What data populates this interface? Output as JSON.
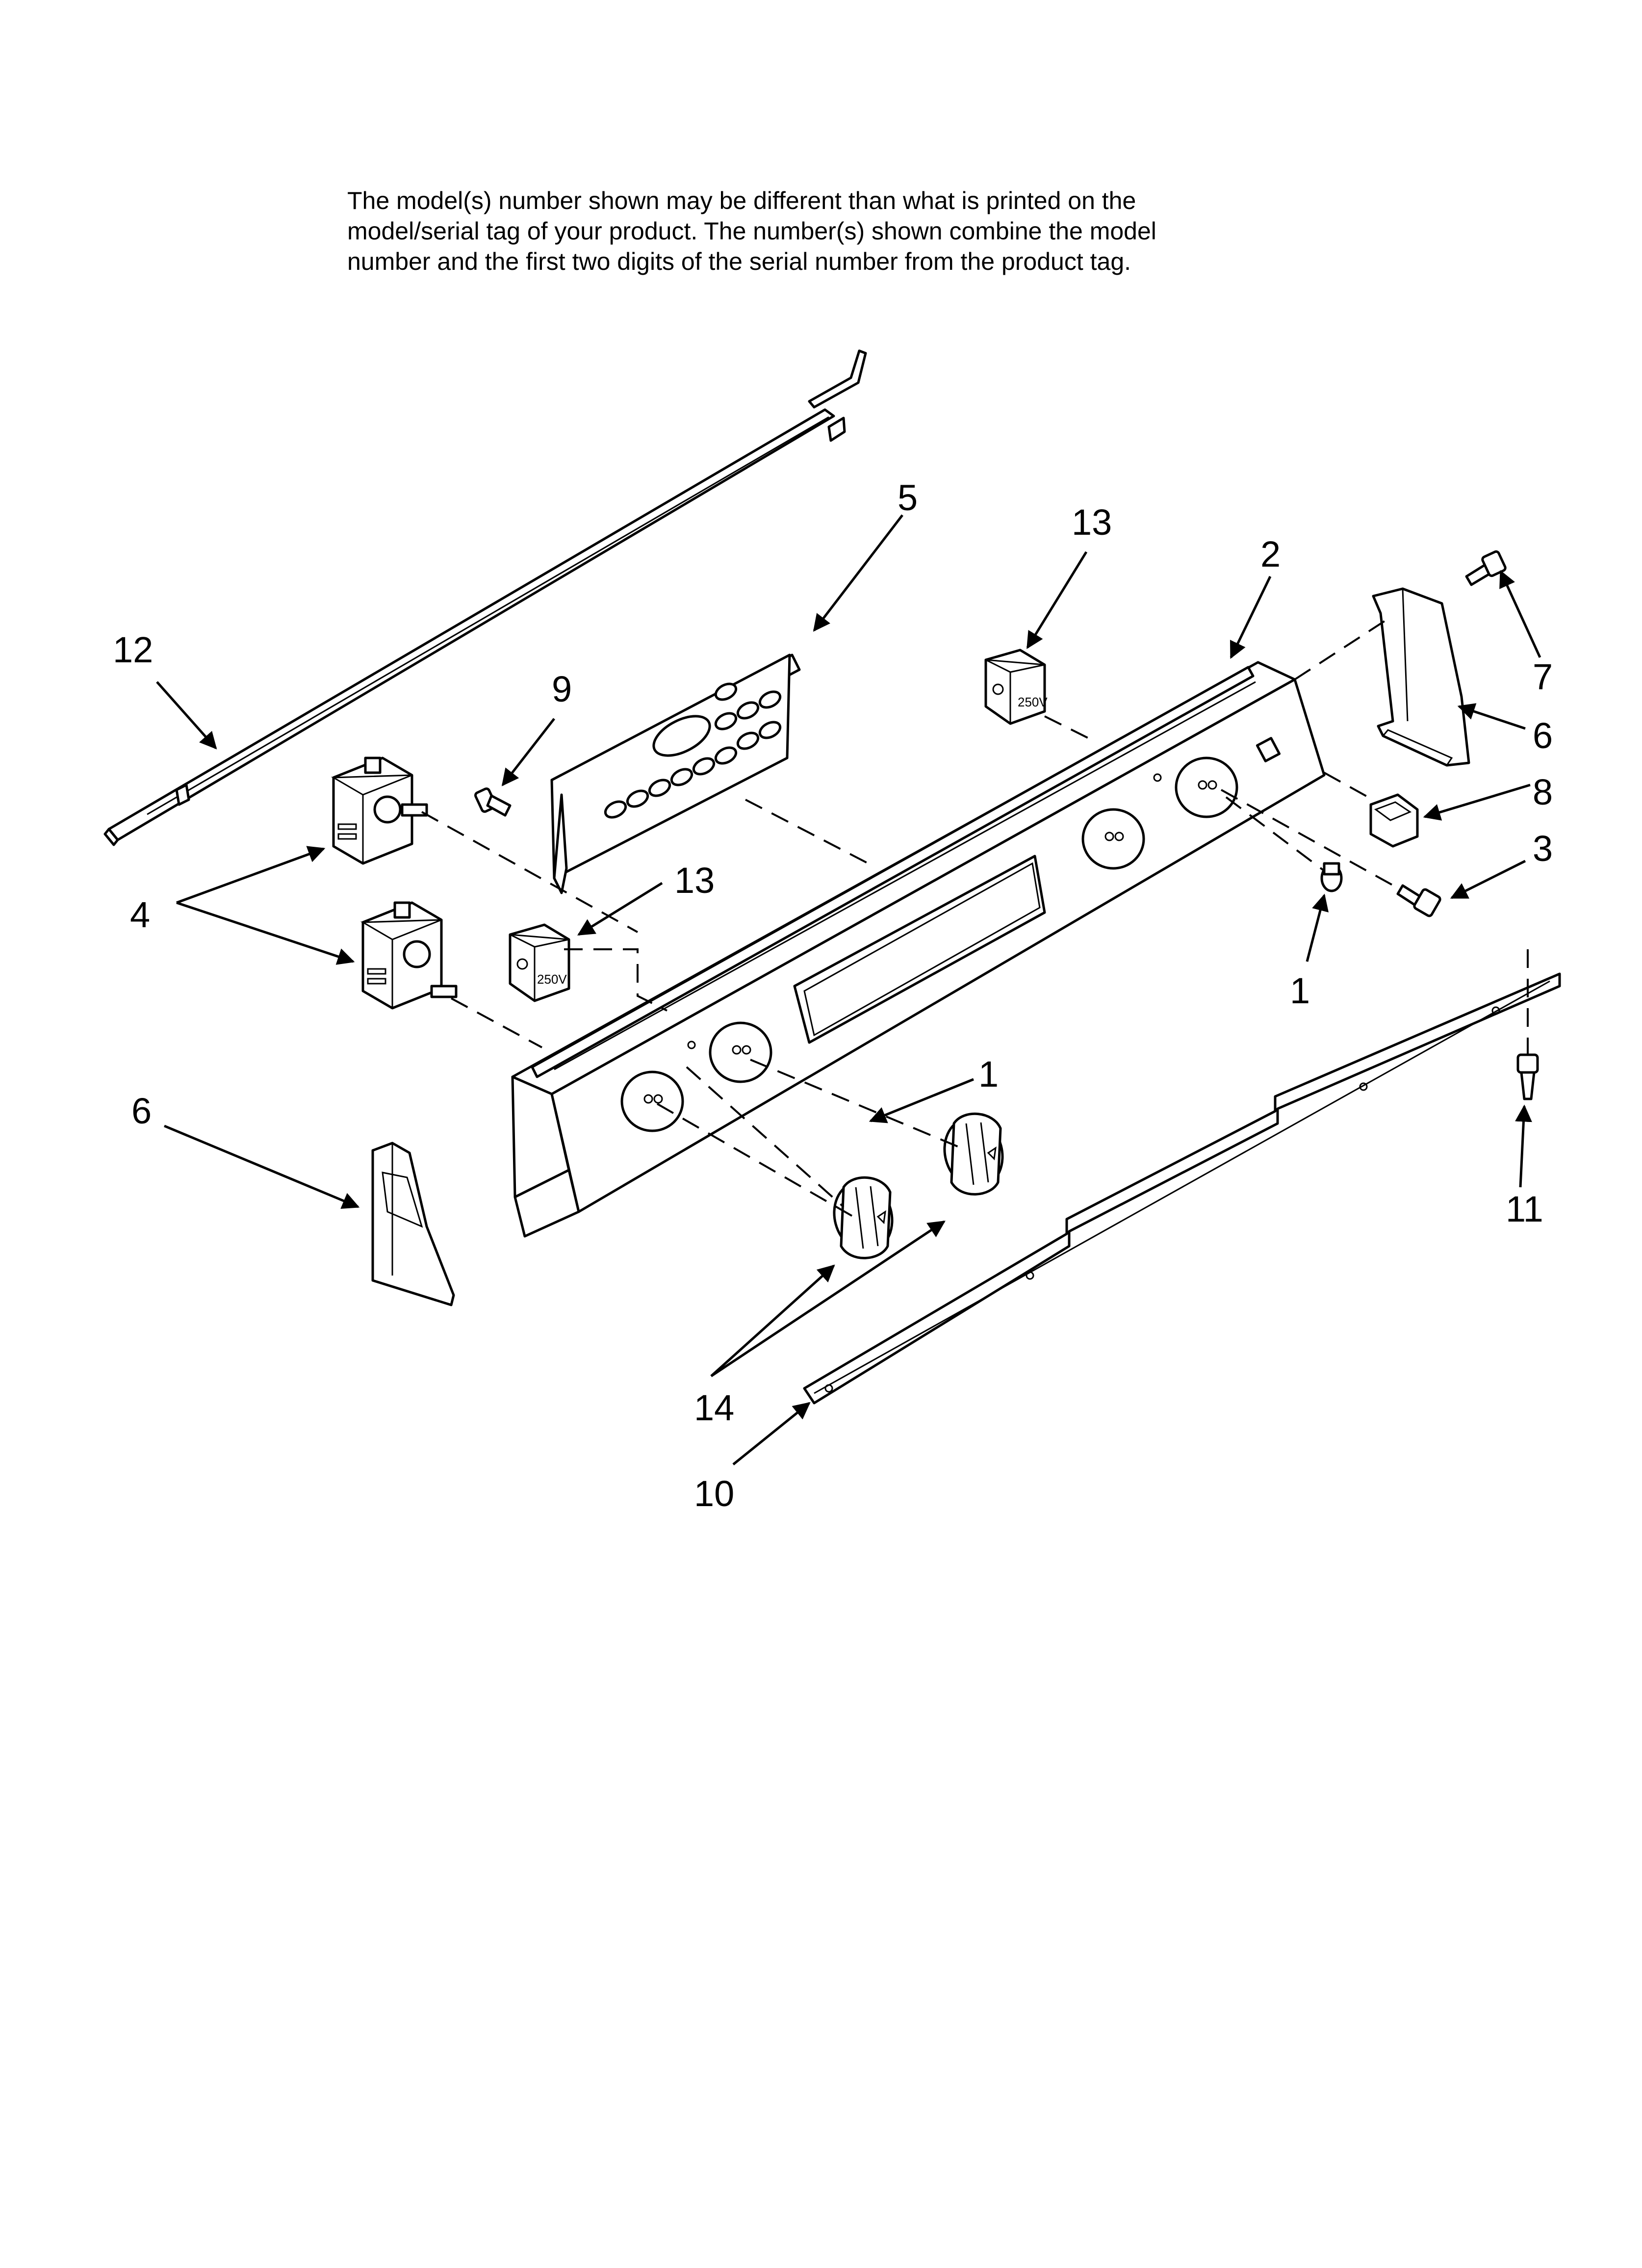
{
  "notice": {
    "lines": [
      "The model(s) number shown may be different than what is printed on the",
      "model/serial tag of your product. The number(s) shown combine the model",
      "number and the first two digits of the serial number from the product tag."
    ]
  },
  "callouts": [
    {
      "id": "c12",
      "label": "12",
      "part": "top trim strip"
    },
    {
      "id": "c5",
      "label": "5",
      "part": "touch control panel"
    },
    {
      "id": "c13a",
      "label": "13",
      "part": "upper switch"
    },
    {
      "id": "c2",
      "label": "2",
      "part": "control console"
    },
    {
      "id": "c7",
      "label": "7",
      "part": "screw"
    },
    {
      "id": "c6a",
      "label": "6",
      "part": "right end cap"
    },
    {
      "id": "c9",
      "label": "9",
      "part": "screw"
    },
    {
      "id": "c8",
      "label": "8",
      "part": "rocker switch"
    },
    {
      "id": "c3",
      "label": "3",
      "part": "screw"
    },
    {
      "id": "c4",
      "label": "4",
      "part": "infinite switches"
    },
    {
      "id": "c13b",
      "label": "13",
      "part": "lower switch"
    },
    {
      "id": "c1a",
      "label": "1",
      "part": "indicator light"
    },
    {
      "id": "c6b",
      "label": "6",
      "part": "left end cap"
    },
    {
      "id": "c1b",
      "label": "1",
      "part": "indicator light"
    },
    {
      "id": "c11",
      "label": "11",
      "part": "screw"
    },
    {
      "id": "c14",
      "label": "14",
      "part": "knobs"
    },
    {
      "id": "c10",
      "label": "10",
      "part": "bottom rail"
    }
  ],
  "switch_marking": "250V"
}
